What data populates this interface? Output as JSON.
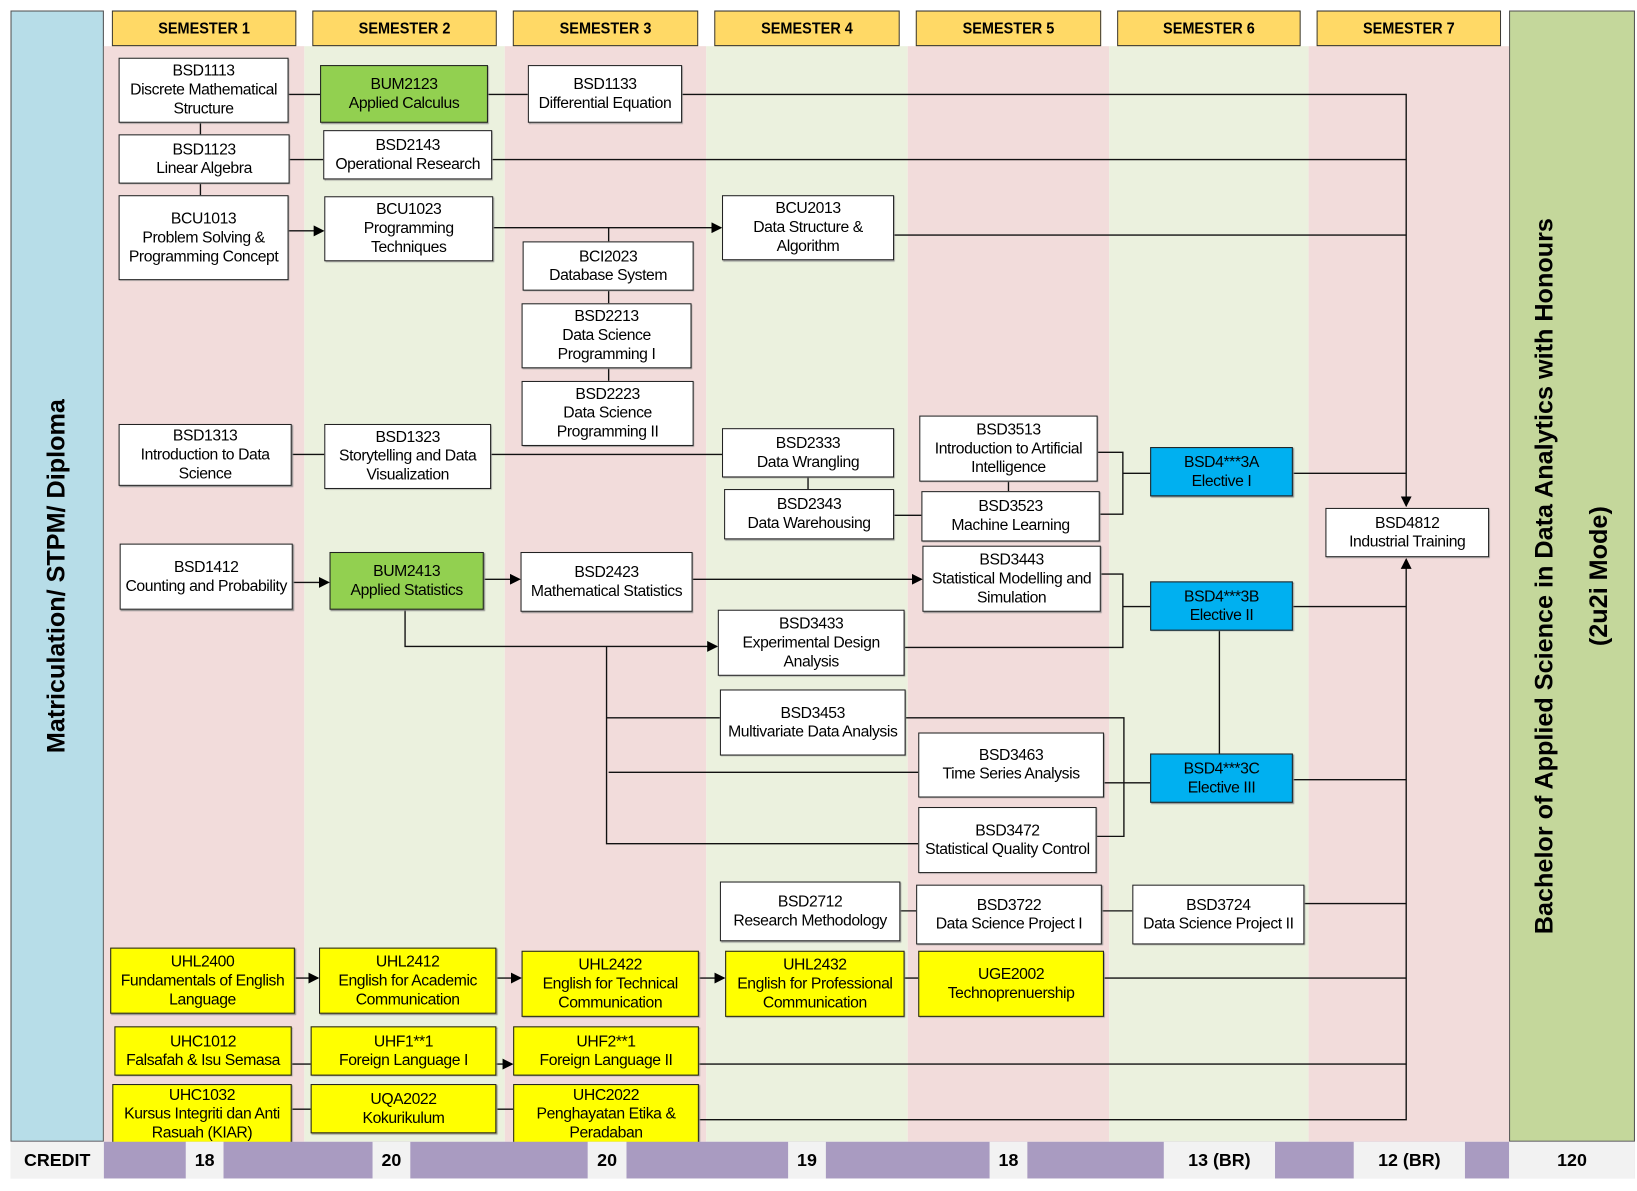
{
  "left_band": {
    "label": "Matriculation/ STPM/ Diploma"
  },
  "right_band": {
    "line1": "Bachelor of Applied Science in Data Analytics with Honours",
    "line2": "(2u2i Mode)"
  },
  "semesters": [
    "SEMESTER 1",
    "SEMESTER 2",
    "SEMESTER 3",
    "SEMESTER 4",
    "SEMESTER 5",
    "SEMESTER 6",
    "SEMESTER 7"
  ],
  "courses": [
    {
      "code": "BSD1113",
      "name": "Discrete Mathematical Structure"
    },
    {
      "code": "BUM2123",
      "name": "Applied Calculus"
    },
    {
      "code": "BSD1133",
      "name": "Differential Equation"
    },
    {
      "code": "BSD1123",
      "name": "Linear Algebra"
    },
    {
      "code": "BSD2143",
      "name": "Operational Research"
    },
    {
      "code": "BCU1013",
      "name": "Problem Solving & Programming Concept"
    },
    {
      "code": "BCU1023",
      "name": "Programming Techniques"
    },
    {
      "code": "BCU2013",
      "name": "Data Structure & Algorithm"
    },
    {
      "code": "BCI2023",
      "name": "Database System"
    },
    {
      "code": "BSD2213",
      "name": "Data Science Programming I"
    },
    {
      "code": "BSD2223",
      "name": "Data Science Programming II"
    },
    {
      "code": "BSD1313",
      "name": "Introduction to Data Science"
    },
    {
      "code": "BSD1323",
      "name": "Storytelling and Data Visualization"
    },
    {
      "code": "BSD2333",
      "name": "Data Wrangling"
    },
    {
      "code": "BSD3513",
      "name": "Introduction to Artificial Intelligence"
    },
    {
      "code": "BSD2343",
      "name": "Data Warehousing"
    },
    {
      "code": "BSD3523",
      "name": "Machine Learning"
    },
    {
      "code": "BSD4***3A",
      "name": "Elective I"
    },
    {
      "code": "BSD4812",
      "name": "Industrial Training"
    },
    {
      "code": "BSD1412",
      "name": "Counting and Probability"
    },
    {
      "code": "BUM2413",
      "name": "Applied Statistics"
    },
    {
      "code": "BSD2423",
      "name": "Mathematical Statistics"
    },
    {
      "code": "BSD3443",
      "name": "Statistical Modelling and Simulation"
    },
    {
      "code": "BSD4***3B",
      "name": "Elective II"
    },
    {
      "code": "BSD3433",
      "name": "Experimental Design Analysis"
    },
    {
      "code": "BSD3453",
      "name": "Multivariate Data Analysis"
    },
    {
      "code": "BSD3463",
      "name": "Time Series Analysis"
    },
    {
      "code": "BSD4***3C",
      "name": "Elective III"
    },
    {
      "code": "BSD3472",
      "name": "Statistical Quality Control"
    },
    {
      "code": "BSD2712",
      "name": "Research Methodology"
    },
    {
      "code": "BSD3722",
      "name": "Data Science Project I"
    },
    {
      "code": "BSD3724",
      "name": "Data Science Project II"
    },
    {
      "code": "UHL2400",
      "name": "Fundamentals of English Language"
    },
    {
      "code": "UHL2412",
      "name": "English for Academic Communication"
    },
    {
      "code": "UHL2422",
      "name": "English for Technical Communication"
    },
    {
      "code": "UHL2432",
      "name": "English for Professional Communication"
    },
    {
      "code": "UGE2002",
      "name": "Technoprenuership"
    },
    {
      "code": "UHC1012",
      "name": "Falsafah & Isu Semasa"
    },
    {
      "code": "UHF1**1",
      "name": "Foreign Language I"
    },
    {
      "code": "UHF2**1",
      "name": "Foreign Language II"
    },
    {
      "code": "UHC1032",
      "name": "Kursus Integriti dan Anti Rasuah (KIAR)"
    },
    {
      "code": "UQA2022",
      "name": "Kokurikulum"
    },
    {
      "code": "UHC2022",
      "name": "Penghayatan Etika & Peradaban"
    }
  ],
  "credits": {
    "label": "CREDIT",
    "values": [
      "18",
      "20",
      "20",
      "19",
      "18",
      "13 (BR)",
      "12 (BR)"
    ],
    "total": "120"
  },
  "colors": {
    "header": "#ffd966",
    "pink": "#f2dcdb",
    "green_bg": "#ebf1de",
    "core_green": "#92d050",
    "elective_blue": "#00b0f0",
    "university_yellow": "#ffff00",
    "credit_purple": "#a99bc1"
  }
}
